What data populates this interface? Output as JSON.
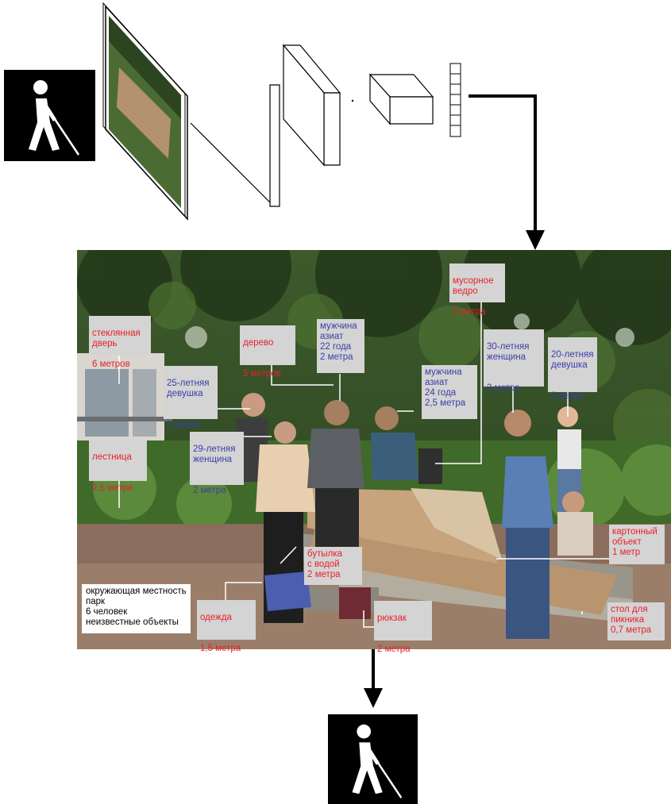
{
  "colors": {
    "label_red": "#e8202a",
    "label_blue": "#3a3ea8",
    "label_bg": "#d4d4d4",
    "pictogram_bg": "#000000"
  },
  "icons": {
    "top": "blind-person-with-cane-icon",
    "bottom": "blind-person-with-cane-icon"
  },
  "labels": {
    "glass_door": {
      "name": "стеклянная\nдверь",
      "dist": "6 метров"
    },
    "tree": {
      "name": "дерево",
      "dist": "5 метров"
    },
    "man1": {
      "desc": "мужчина\nазиат\n22 года\n2 метра"
    },
    "trash": {
      "name": "мусорное\nведро",
      "dist": "3 метра"
    },
    "woman30": {
      "desc": "30-летняя\nженщина",
      "dist": "2 метра"
    },
    "girl20": {
      "desc": "20-летняя\nдевушка",
      "dist": "3 метра"
    },
    "girl25": {
      "desc": "25-летняя\nдевушка",
      "dist": "2 метра"
    },
    "man2": {
      "desc": "мужчина\nазиат\n24 года\n2,5 метра"
    },
    "stairs": {
      "name": "лестница",
      "dist": "2,5 метра"
    },
    "woman29": {
      "desc": "29-летняя\nженщина",
      "dist": "2 метра"
    },
    "cardboard": {
      "text": "картонный\nобъект\n1 метр"
    },
    "bottle": {
      "text": "бутылка\nс водой\n2 метра"
    },
    "clothes": {
      "name": "одежда",
      "dist": "1,5 метра"
    },
    "backpack": {
      "name": "рюкзак",
      "dist": "2 метра"
    },
    "table": {
      "text": "стол для\nпикника\n0,7 метра"
    }
  },
  "summary": [
    "окружающая местность",
    "парк",
    "6 человек",
    "неизвестные объекты"
  ]
}
